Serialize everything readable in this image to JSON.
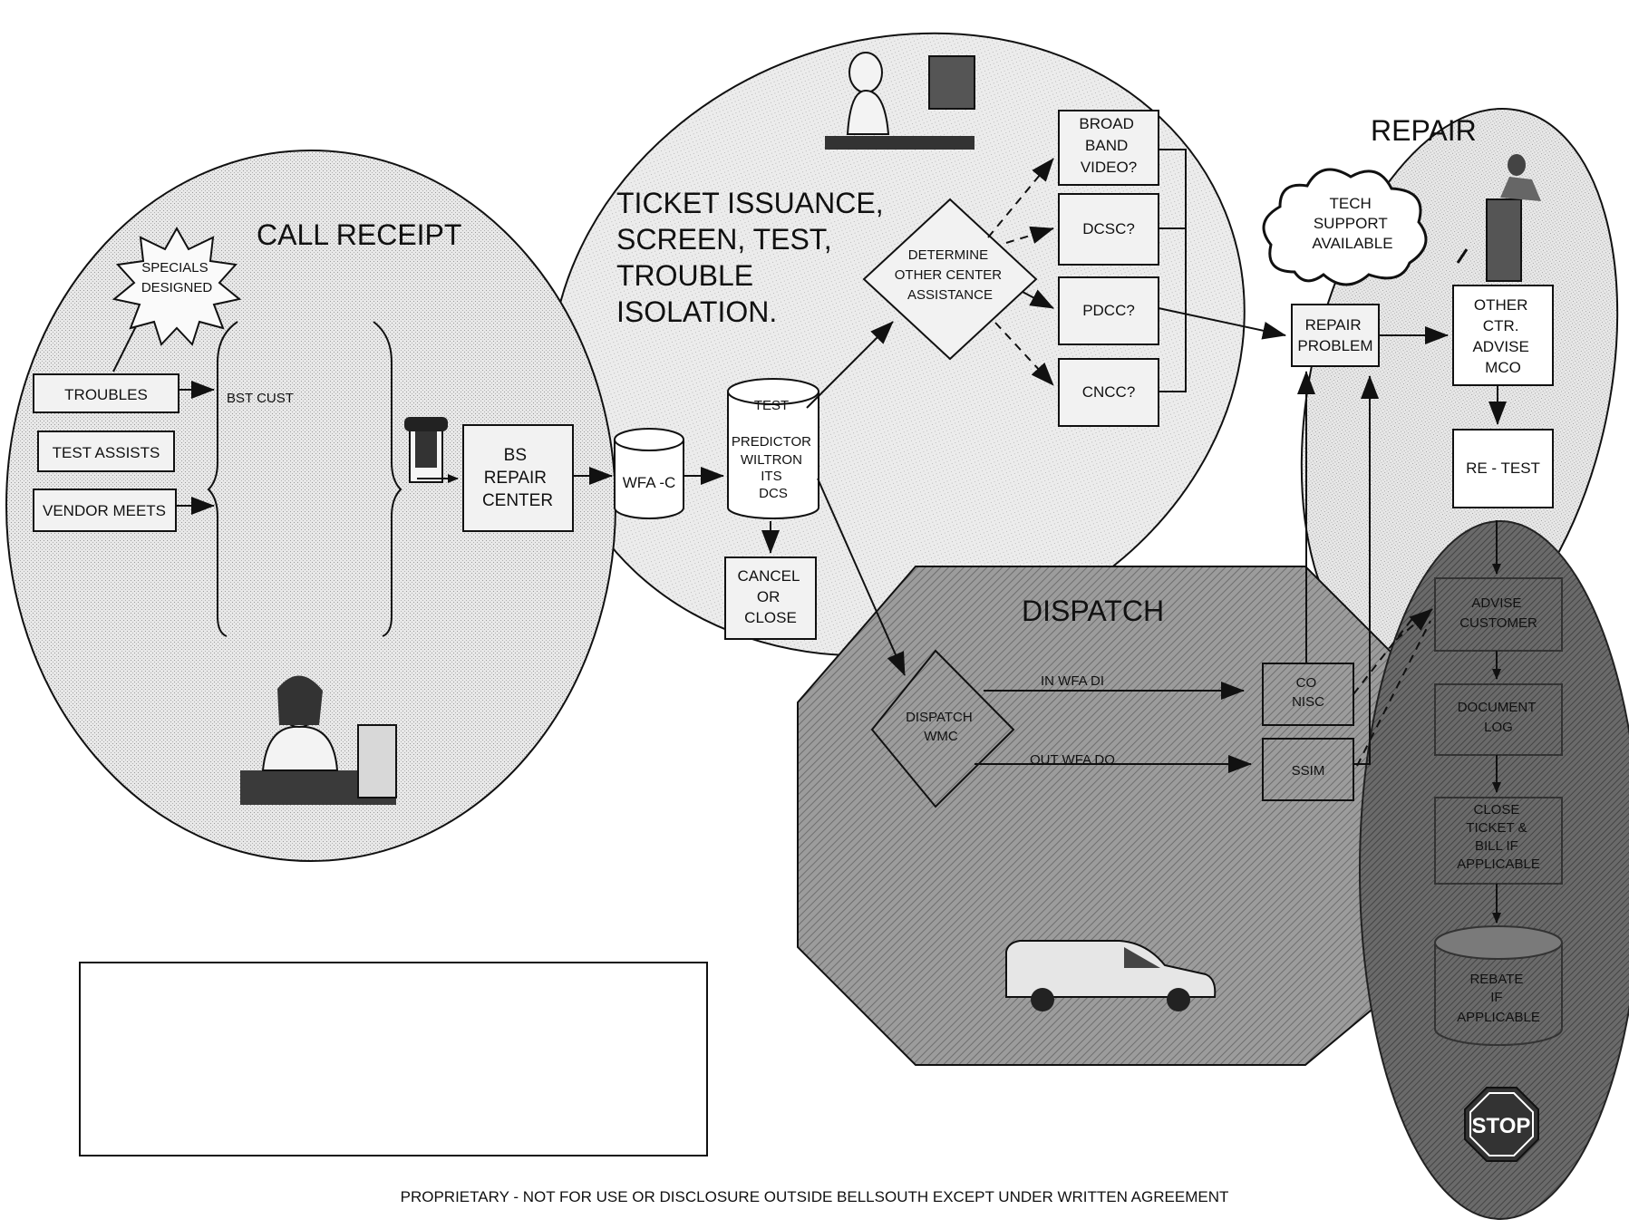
{
  "regions": {
    "call_receipt": "CALL RECEIPT",
    "ticket": [
      "TICKET ISSUANCE,",
      "SCREEN, TEST,",
      "TROUBLE",
      "ISOLATION."
    ],
    "repair": "REPAIR",
    "dispatch": "DISPATCH"
  },
  "call_receipt": {
    "specials": [
      "SPECIALS",
      "DESIGNED"
    ],
    "troubles": "TROUBLES",
    "test_assists": "TEST ASSISTS",
    "vendor_meets": "VENDOR MEETS",
    "bst_cust": "BST CUST",
    "repair_center": [
      "BS",
      "REPAIR",
      "CENTER"
    ]
  },
  "ticket": {
    "wfa_c": "WFA -C",
    "test_cyl": [
      "TEST",
      "PREDICTOR",
      "WILTRON",
      "ITS",
      "DCS"
    ],
    "cancel": [
      "CANCEL",
      "OR",
      "CLOSE"
    ],
    "determine": [
      "DETERMINE",
      "OTHER CENTER",
      "ASSISTANCE"
    ],
    "broadband": [
      "BROAD",
      "BAND",
      "VIDEO?"
    ],
    "dcsc": "DCSC?",
    "pdcc": "PDCC?",
    "cncc": "CNCC?"
  },
  "repair": {
    "tech_support": [
      "TECH",
      "SUPPORT",
      "AVAILABLE"
    ],
    "repair_problem": [
      "REPAIR",
      "PROBLEM"
    ],
    "other_ctr": [
      "OTHER",
      "CTR.",
      "ADVISE",
      "MCO"
    ],
    "retest": "RE - TEST"
  },
  "dispatch": {
    "dispatch_wmc": [
      "DISPATCH",
      "WMC"
    ],
    "in_wfa": "IN WFA DI",
    "out_wfa": "OUT WFA DO",
    "co_nisc": [
      "CO",
      "NISC"
    ],
    "ssim": "SSIM"
  },
  "close_out": {
    "advise": [
      "ADVISE",
      "CUSTOMER"
    ],
    "document": [
      "DOCUMENT",
      "LOG"
    ],
    "close_ticket": [
      "CLOSE",
      "TICKET &",
      "BILL IF",
      "APPLICABLE"
    ],
    "rebate": [
      "REBATE",
      "IF",
      "APPLICABLE"
    ],
    "stop": "STOP"
  },
  "footer": "PROPRIETARY - NOT FOR USE OR DISCLOSURE OUTSIDE BELLSOUTH EXCEPT UNDER WRITTEN AGREEMENT"
}
